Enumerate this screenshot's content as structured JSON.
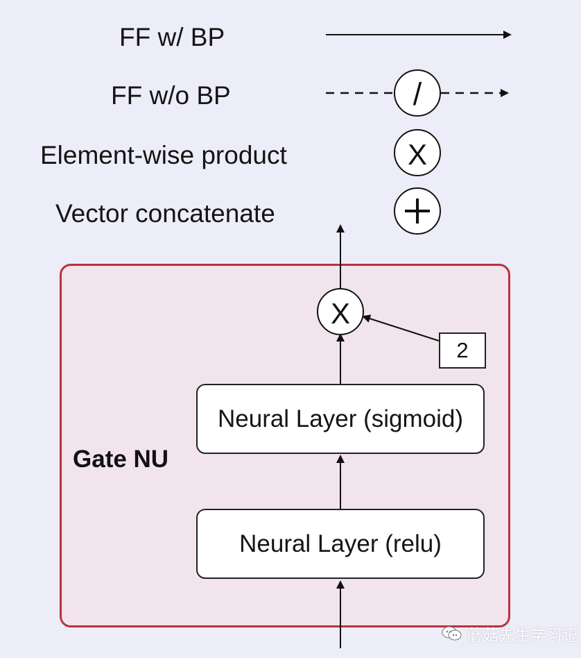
{
  "legend": {
    "ff_with_bp": "FF w/ BP",
    "ff_without_bp": "FF w/o BP",
    "element_wise_product": "Element-wise product",
    "vector_concatenate": "Vector concatenate"
  },
  "gate_nu": {
    "title": "Gate NU",
    "layers": [
      "Neural Layer (sigmoid)",
      "Neural Layer (relu)"
    ],
    "product_symbol": "X",
    "step_number": "2"
  },
  "watermark": {
    "text": "蘑菇先生学习记"
  },
  "symbols": {
    "slash": "/",
    "product": "X",
    "plus": "+"
  },
  "colors": {
    "background": "#ecedf8",
    "gate_panel_fill": "#f1e4ec",
    "gate_panel_border": "#b8323d",
    "line": "#111111",
    "box_fill": "#ffffff"
  },
  "icons": {
    "watermark_icon": "wechat-icon"
  }
}
